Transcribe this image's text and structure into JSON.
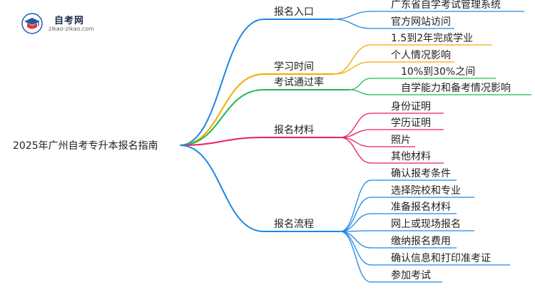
{
  "logo": {
    "title": "自考网",
    "url": "zikao-zikao.com"
  },
  "colors": {
    "branch1": "#1e88e5",
    "branch2": "#f5a800",
    "branch3": "#1db954",
    "branch4": "#e91e63",
    "branch5": "#1e88e5",
    "logo_red": "#e53935",
    "logo_blue": "#1e5aa8"
  },
  "root": "2025年广州自考专升本报名指南",
  "branches": [
    {
      "label": "报名入口",
      "children": [
        "广东省自学考试管理系统",
        "官方网站访问"
      ]
    },
    {
      "label": "学习时间",
      "children": [
        "1.5到2年完成学业",
        "个人情况影响"
      ]
    },
    {
      "label": "考试通过率",
      "children": [
        "10%到30%之间",
        "自学能力和备考情况影响"
      ]
    },
    {
      "label": "报名材料",
      "children": [
        "身份证明",
        "学历证明",
        "照片",
        "其他材料"
      ]
    },
    {
      "label": "报名流程",
      "children": [
        "确认报考条件",
        "选择院校和专业",
        "准备报名材料",
        "网上或现场报名",
        "缴纳报名费用",
        "确认信息和打印准考证",
        "参加考试"
      ]
    }
  ]
}
